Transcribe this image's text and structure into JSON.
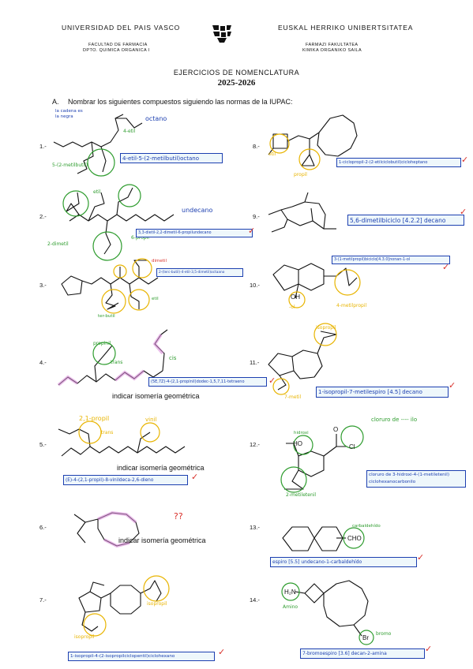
{
  "header": {
    "left_title": "UNIVERSIDAD DEL PAIS VASCO",
    "right_title": "EUSKAL HERRIKO UNIBERTSITATEA",
    "left_sub1": "FACULTAD DE FARMACIA",
    "left_sub2": "DPTO. QUIMICA ORGANICA I",
    "right_sub1": "FARMAZI FAKULTATEA",
    "right_sub2": "KIMIKA ORGANIKO SAILA",
    "title": "EJERCICIOS DE NOMENCLATURA",
    "year": "2025-2026"
  },
  "section": {
    "letter": "A.",
    "instruction": "Nombrar los siguientes compuestos siguiendo las normas de la IUPAC:"
  },
  "numbers": [
    "1.-",
    "2.-",
    "3.-",
    "4.-",
    "5.-",
    "6.-",
    "7.-",
    "8.-",
    "9.-",
    "10.-",
    "11.-",
    "12.-",
    "13.-",
    "14.-"
  ],
  "prompts": {
    "geo4": "indicar isomería geométrica",
    "geo5": "indicar isomería geométrica",
    "geo6": "indicar isomería geométrica"
  },
  "labels": {
    "oh": "OH",
    "ho": "HO",
    "o": "O",
    "cl": "Cl",
    "cho": "CHO",
    "h2n": "H₂N",
    "br": "Br"
  },
  "annotations": {
    "a1_note": "la cadena es la negra",
    "a1_octano": "octano",
    "a1_etil": "4-etil",
    "a1_sub": "5-(2-metilbutil)",
    "a1_answer": "4-etil-5-(2-metilbutil)octano",
    "a2_etil": "etil",
    "a2_undecano": "undecano",
    "a2_dimetil": "2-dimetil",
    "a2_propil": "6-propil",
    "a2_answer": "3,3-dietil-2,2-dimetil-6-propilundecano",
    "a3_dimetil": "dimetil",
    "a3_ter": "ter-butil",
    "a3_etil": "etil",
    "a3_answer": "2-(terc-butil)-4-etil-3,5-dimetil)octaano",
    "a4_propinil": "propinil",
    "a4_trans": "trans",
    "a4_cis": "cis",
    "a4_answer": "(5E,7Z)-4-(2,1-propinil)dodec-1,5,7,11-tetraeno",
    "a5_propil": "2,1-propil",
    "a5_trans": "trans",
    "a5_vinil": "vinil",
    "a5_answer": "(E)-4-(2,1-propil)-8-vinildeca-2,6-dieno",
    "a6_q": "??",
    "a7_isopropil": "isopropil",
    "a7_ciclo": "isopropil",
    "a7_answer": "1-isopropil-4-(2-isopropilciclopentil)ciclohexano",
    "a8_etil": "etil",
    "a8_propil": "propil",
    "a8_answer": "1-ciclopropil-2-(2-etilciclobutil)cicloheptano",
    "a9_answer": "5,6-dimetilbiciclo [4.2.2] decano",
    "a10_oh": "-ol",
    "a10_metil": "4-metilpropil",
    "a10_answer": "3-(1-metilpropil)biciclo[4.3.0]nonan-1-ol",
    "a11_isopropil": "isopropil",
    "a11_metil": "7-metil",
    "a11_answer": "1-isopropil-7-metilespiro [4.5] decano",
    "a12_cloruro": "cloruro de ---- ilo",
    "a12_hidroxi": "hidroxi",
    "a12_metiletenil": "2-metiletenil",
    "a12_answer1": "cloruro de 3-hidroxi-4-(1-metiletenil)",
    "a12_answer2": "ciclohexanocarbonilo",
    "a13_carb": "carbaldehído",
    "a13_answer": "espiro [5.5] undecano-1-carbaldehído",
    "a14_amino": "Amino",
    "a14_bromo": "bromo",
    "a14_answer": "7-bromoespiro [3.6] decan-2-amina"
  },
  "colors": {
    "blue": "#1c3fb0",
    "green": "#2e9c2e",
    "red": "#d9302a",
    "yellow": "#e8b400",
    "pink": "#d98ad9"
  }
}
